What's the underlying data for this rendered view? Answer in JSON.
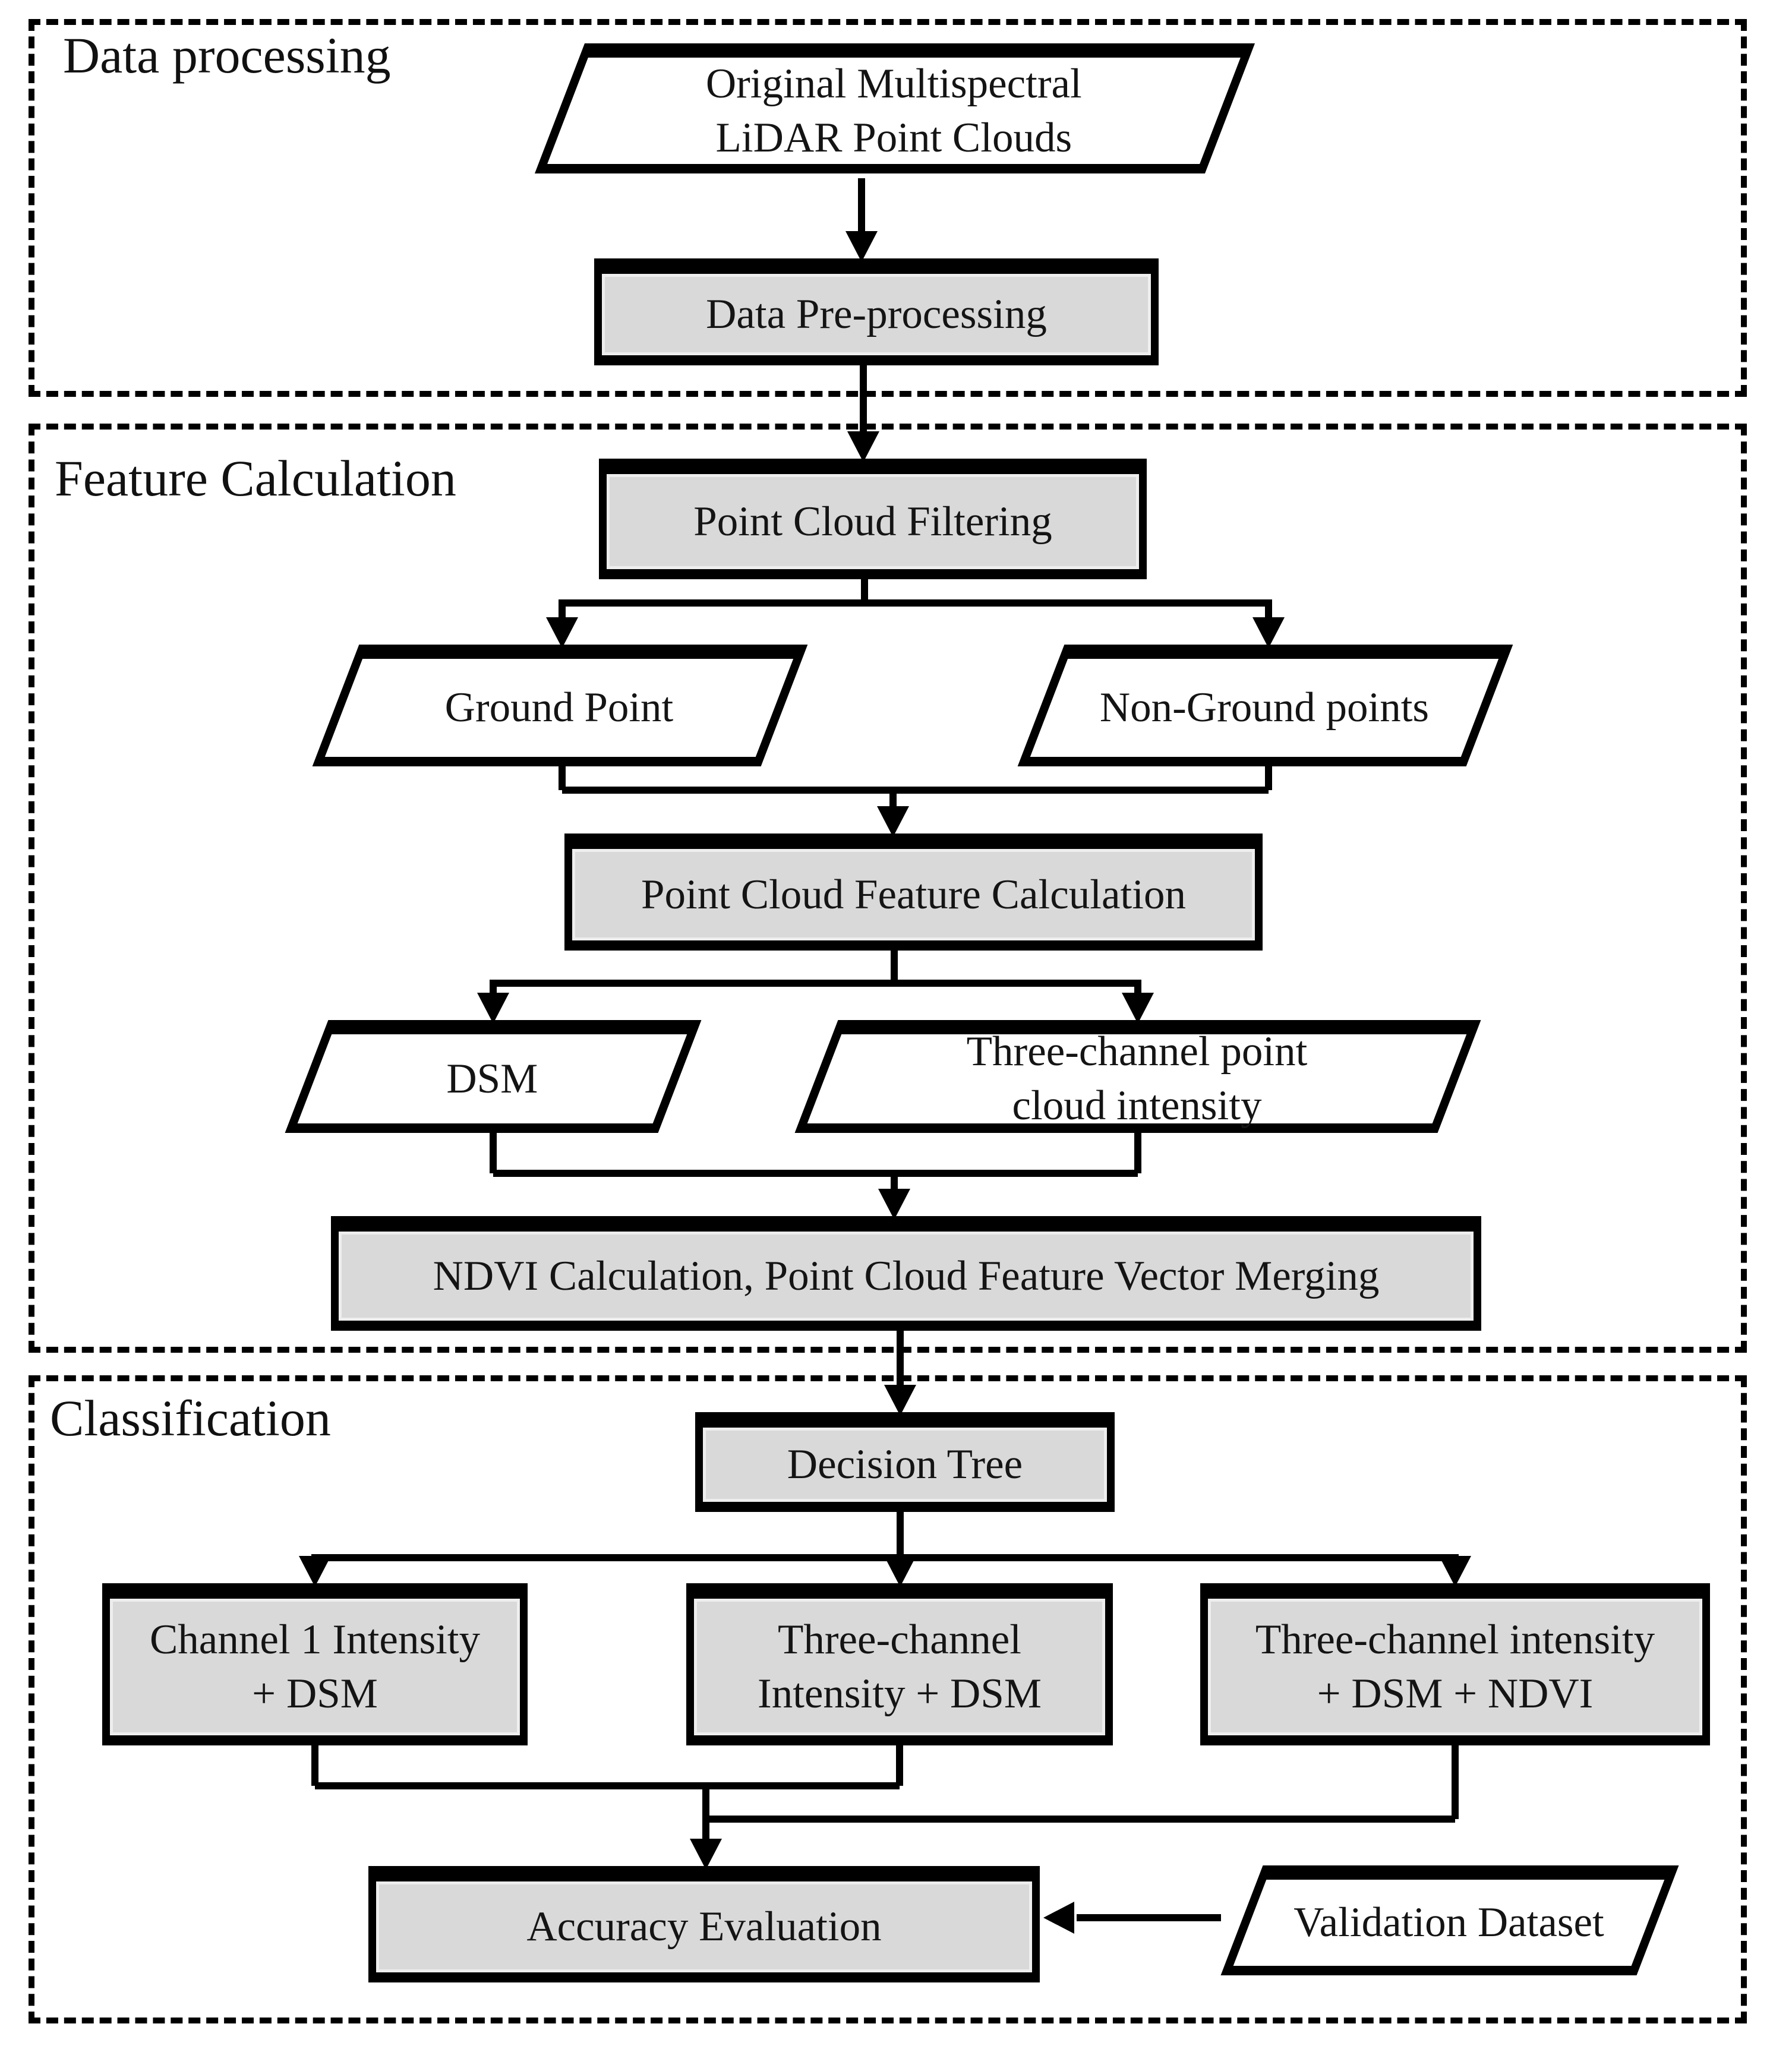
{
  "sections": {
    "data_processing": {
      "label": "Data processing"
    },
    "feature_calculation": {
      "label": "Feature Calculation"
    },
    "classification": {
      "label": "Classification"
    }
  },
  "nodes": {
    "original_point_clouds": {
      "line1": "Original Multispectral",
      "line2": "LiDAR Point Clouds"
    },
    "data_preprocessing": {
      "label": "Data Pre-processing"
    },
    "point_cloud_filtering": {
      "label": "Point Cloud Filtering"
    },
    "ground_point": {
      "label": "Ground Point"
    },
    "non_ground_points": {
      "label": "Non-Ground points"
    },
    "point_cloud_feature_calculation": {
      "label": "Point Cloud Feature Calculation"
    },
    "dsm": {
      "label": "DSM"
    },
    "three_channel_intensity": {
      "line1": "Three-channel point",
      "line2": "cloud intensity"
    },
    "ndvi_merging": {
      "label": "NDVI Calculation, Point Cloud Feature Vector Merging"
    },
    "decision_tree": {
      "label": "Decision Tree"
    },
    "channel1_dsm": {
      "line1": "Channel 1 Intensity",
      "line2": "+ DSM"
    },
    "three_channel_dsm": {
      "line1": "Three-channel",
      "line2": "Intensity + DSM"
    },
    "three_channel_dsm_ndvi": {
      "line1": "Three-channel intensity",
      "line2": "+ DSM + NDVI"
    },
    "accuracy_evaluation": {
      "label": "Accuracy Evaluation"
    },
    "validation_dataset": {
      "label": "Validation Dataset"
    }
  },
  "colors": {
    "node_fill": "#d9d9d9",
    "io_fill": "#ffffff",
    "line": "#000000",
    "background": "#ffffff"
  }
}
